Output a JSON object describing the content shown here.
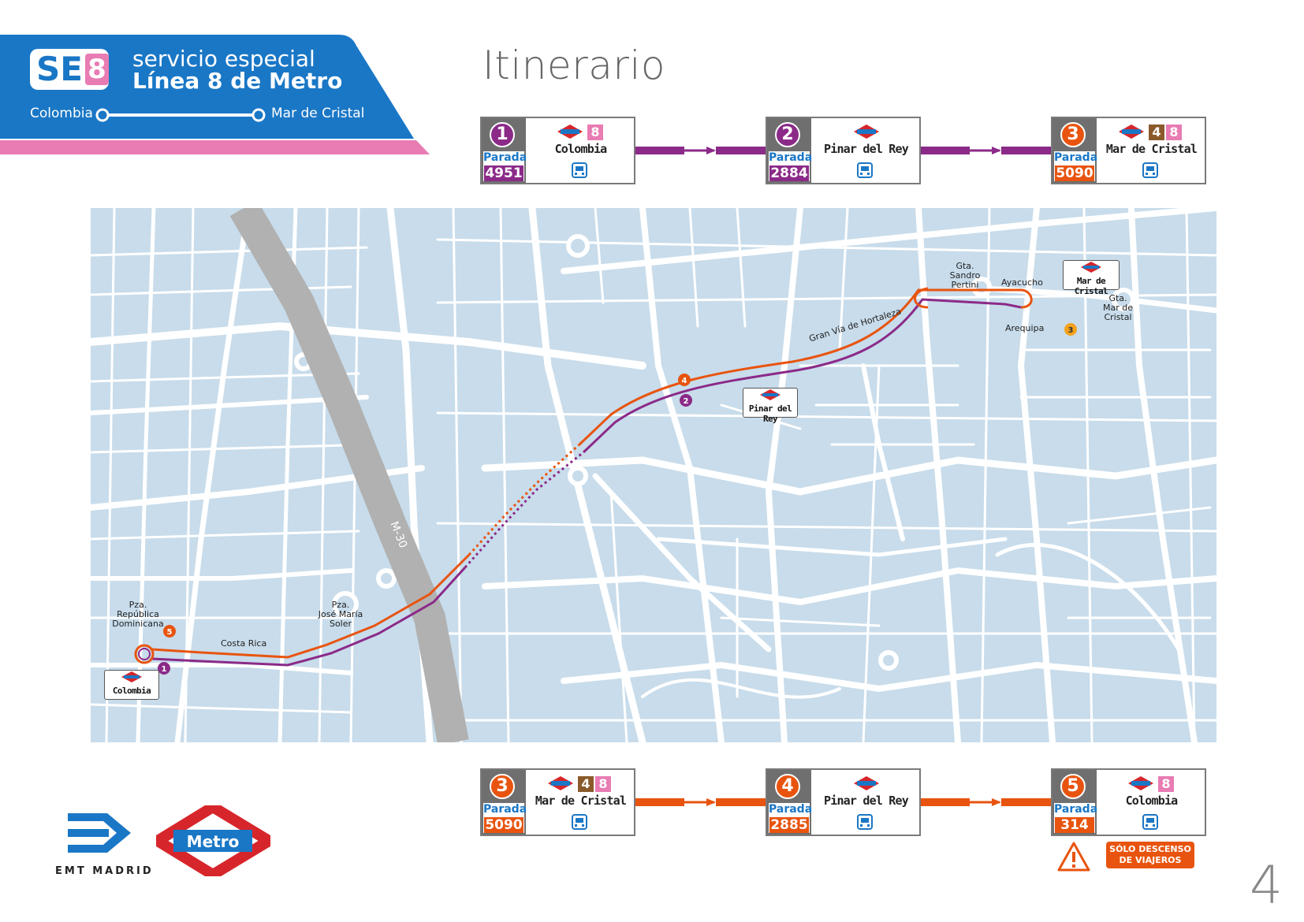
{
  "header": {
    "badge_prefix": "SE",
    "badge_number": "8",
    "service_line1": "servicio especial",
    "service_line2": "Línea 8 de Metro",
    "terminal_start": "Colombia",
    "terminal_end": "Mar de Cristal",
    "colors": {
      "badge_blue": "#1a77c6",
      "pink": "#e87cb3"
    }
  },
  "page_title": "Itinerario",
  "outbound": {
    "color": "#8b2a88",
    "stops": [
      {
        "number": "1",
        "parada": "Parada",
        "code": "4951",
        "name": "Colombia",
        "lines": [
          "8"
        ]
      },
      {
        "number": "2",
        "parada": "Parada",
        "code": "2884",
        "name": "Pinar del Rey",
        "lines": []
      },
      {
        "number": "3",
        "parada": "Parada",
        "code": "5090",
        "name": "Mar de Cristal",
        "lines": [
          "4",
          "8"
        ]
      }
    ]
  },
  "return": {
    "color": "#e8540f",
    "stops": [
      {
        "number": "3",
        "parada": "Parada",
        "code": "5090",
        "name": "Mar de Cristal",
        "lines": [
          "4",
          "8"
        ]
      },
      {
        "number": "4",
        "parada": "Parada",
        "code": "2885",
        "name": "Pinar del Rey",
        "lines": []
      },
      {
        "number": "5",
        "parada": "Parada",
        "code": "314",
        "name": "Colombia",
        "lines": [
          "8"
        ]
      }
    ]
  },
  "line_colors": {
    "4": "#8b5a2b",
    "8": "#e87cb3"
  },
  "warning": {
    "line1": "SÓLO DESCENSO",
    "line2": "DE VIAJEROS",
    "icon": "warning-triangle-icon"
  },
  "map": {
    "labels": {
      "pza_rep_dom": [
        "Pza.",
        "República",
        "Dominicana"
      ],
      "pza_jose_maria": [
        "Pza.",
        "José María",
        "Soler"
      ],
      "gta_sandro": [
        "Gta.",
        "Sandro",
        "Pertini"
      ],
      "gta_mar": [
        "Gta.",
        "Mar de",
        "Cristal"
      ],
      "costa_rica": "Costa Rica",
      "gran_via": "Gran Vía de Hortaleza",
      "ayacucho": "Ayacucho",
      "arequipa": "Arequipa",
      "m30": "M-30"
    },
    "stations": {
      "colombia": "Colombia",
      "pinar": "Pinar del Rey",
      "mar": "Mar de Cristal"
    },
    "markers": [
      "1",
      "2",
      "3",
      "4",
      "5"
    ],
    "metro_badge_text": "Metro",
    "colors": {
      "water": "#c8dceb",
      "road": "#ffffff",
      "m30": "#b1b1b1"
    }
  },
  "logos": {
    "emt": "EMT MADRID",
    "metro": "Metro"
  },
  "page_number": "4"
}
